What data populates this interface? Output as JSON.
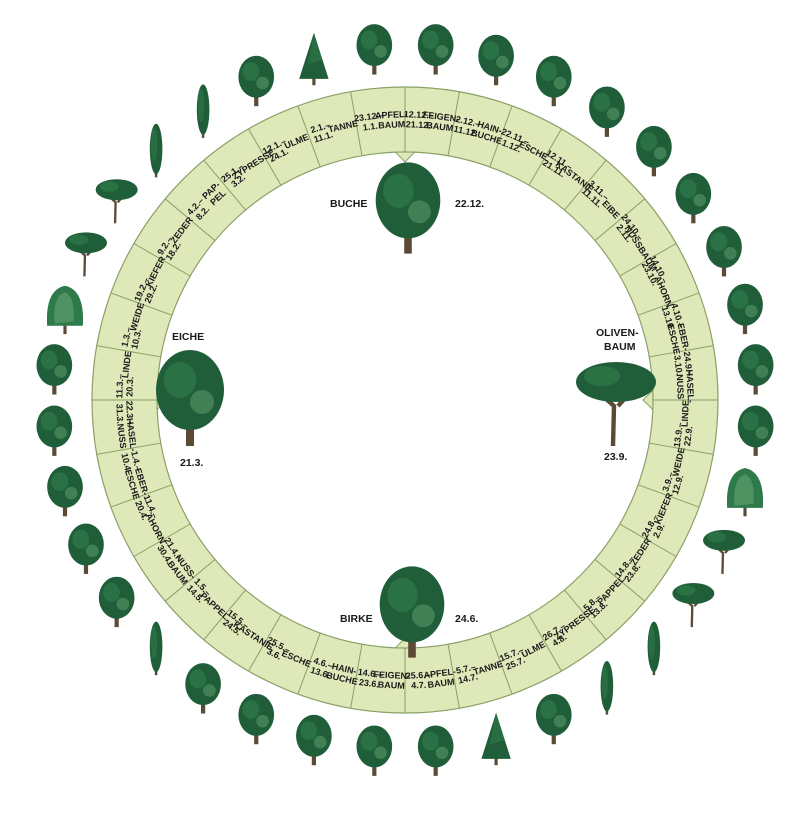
{
  "colors": {
    "ring_fill": "#dfe8b8",
    "ring_stroke": "#8aa067",
    "tree_dark": "#1f5e38",
    "tree_mid": "#2f7a4a",
    "tree_light": "#5c9c6c",
    "trunk": "#5a4a36"
  },
  "center_trees": {
    "top": {
      "name": "BUCHE",
      "date": "22.12.",
      "icon": "beech-tree-icon"
    },
    "left": {
      "name": "EICHE",
      "date": "21.3.",
      "icon": "oak-tree-icon"
    },
    "right": {
      "name_1": "OLIVEN-",
      "name_2": "BAUM",
      "date": "23.9.",
      "icon": "olive-tree-icon"
    },
    "bottom": {
      "name": "BIRKE",
      "date": "24.6.",
      "icon": "birch-tree-icon"
    }
  },
  "ring_segments": [
    {
      "tree": [
        "APFEL-",
        "BAUM"
      ],
      "dates": [
        "23.12.–",
        "1.1."
      ]
    },
    {
      "tree": [
        "TANNE"
      ],
      "dates": [
        "2.1.–",
        "11.1."
      ]
    },
    {
      "tree": [
        "ULME"
      ],
      "dates": [
        "12.1.–",
        "24.1."
      ]
    },
    {
      "tree": [
        "ZYPRESSE"
      ],
      "dates": [
        "25.1.–",
        "3.2."
      ]
    },
    {
      "tree": [
        "PAP-",
        "PEL"
      ],
      "dates": [
        "4.2.–",
        "8.2."
      ]
    },
    {
      "tree": [
        "ZEDER"
      ],
      "dates": [
        "9.2.–",
        "18.2."
      ]
    },
    {
      "tree": [
        "KIEFER"
      ],
      "dates": [
        "19.2.–",
        "29.2."
      ]
    },
    {
      "tree": [
        "WEIDE"
      ],
      "dates": [
        "1.3.–",
        "10.3."
      ]
    },
    {
      "tree": [
        "LINDE"
      ],
      "dates": [
        "11.3.–",
        "20.3."
      ]
    },
    {
      "tree": [
        "HASEL-",
        "NUSS"
      ],
      "dates": [
        "22.3.–",
        "31.3."
      ]
    },
    {
      "tree": [
        "EBER-",
        "ESCHE"
      ],
      "dates": [
        "1.4.–",
        "10.4."
      ]
    },
    {
      "tree": [
        "AHORN"
      ],
      "dates": [
        "11.4.–",
        "20.4."
      ]
    },
    {
      "tree": [
        "NUSS-",
        "BAUM"
      ],
      "dates": [
        "21.4.–",
        "30.4."
      ]
    },
    {
      "tree": [
        "PAPPEL"
      ],
      "dates": [
        "1.5.–",
        "14.5."
      ]
    },
    {
      "tree": [
        "KASTANIE"
      ],
      "dates": [
        "15.5.–",
        "24.5."
      ]
    },
    {
      "tree": [
        "ESCHE"
      ],
      "dates": [
        "25.5.–",
        "3.6."
      ]
    },
    {
      "tree": [
        "HAIN-",
        "BUCHE"
      ],
      "dates": [
        "4.6.–",
        "13.6."
      ]
    },
    {
      "tree": [
        "FEIGEN-",
        "BAUM"
      ],
      "dates": [
        "14.6.–",
        "23.6."
      ]
    },
    {
      "tree": [
        "APFEL-",
        "BAUM"
      ],
      "dates": [
        "25.6.–",
        "4.7."
      ]
    },
    {
      "tree": [
        "TANNE"
      ],
      "dates": [
        "5.7.–",
        "14.7."
      ]
    },
    {
      "tree": [
        "ULME"
      ],
      "dates": [
        "15.7.–",
        "25.7."
      ]
    },
    {
      "tree": [
        "ZYPRESSE"
      ],
      "dates": [
        "26.7.–",
        "4.8."
      ]
    },
    {
      "tree": [
        "PAPPEL"
      ],
      "dates": [
        "5.8.–",
        "13.8."
      ]
    },
    {
      "tree": [
        "ZEDER"
      ],
      "dates": [
        "14.8.–",
        "23.8."
      ]
    },
    {
      "tree": [
        "KIEFER"
      ],
      "dates": [
        "24.8.–",
        "2.9."
      ]
    },
    {
      "tree": [
        "WEIDE"
      ],
      "dates": [
        "3.9.–",
        "12.9."
      ]
    },
    {
      "tree": [
        "LINDE"
      ],
      "dates": [
        "13.9.–",
        "22.9."
      ]
    },
    {
      "tree": [
        "HASEL-",
        "NUSS"
      ],
      "dates": [
        "24.9.–",
        "3.10."
      ]
    },
    {
      "tree": [
        "EBER-",
        "ESCHE"
      ],
      "dates": [
        "4.10.–",
        "13.10."
      ]
    },
    {
      "tree": [
        "AHORN"
      ],
      "dates": [
        "14.10.–",
        "23.10."
      ]
    },
    {
      "tree": [
        "NUSSBAUM"
      ],
      "dates": [
        "24.10.–",
        "2.11."
      ]
    },
    {
      "tree": [
        "EIBE"
      ],
      "dates": [
        "3.11.–",
        "11.11."
      ]
    },
    {
      "tree": [
        "KASTANIE"
      ],
      "dates": [
        "12.11.–",
        "21.11."
      ]
    },
    {
      "tree": [
        "ESCHE"
      ],
      "dates": [
        "22.11.–",
        "1.12."
      ]
    },
    {
      "tree": [
        "HAIN-",
        "BUCHE"
      ],
      "dates": [
        "2.12.–",
        "11.12."
      ]
    },
    {
      "tree": [
        "FEIGEN-",
        "BAUM"
      ],
      "dates": [
        "12.12.–",
        "21.12."
      ]
    }
  ],
  "outer_tree_icons": [
    "apple-tree-icon",
    "fir-tree-icon",
    "elm-tree-icon",
    "cypress-tree-icon",
    "poplar-tree-icon",
    "cedar-tree-icon",
    "pine-tree-icon",
    "willow-tree-icon",
    "linden-tree-icon",
    "hazel-tree-icon",
    "rowan-tree-icon",
    "maple-tree-icon",
    "walnut-tree-icon",
    "poplar-tree-icon",
    "chestnut-tree-icon",
    "ash-tree-icon",
    "hornbeam-tree-icon",
    "fig-tree-icon",
    "apple-tree-icon",
    "fir-tree-icon",
    "elm-tree-icon",
    "cypress-tree-icon",
    "poplar-tree-icon",
    "cedar-tree-icon",
    "pine-tree-icon",
    "willow-tree-icon",
    "linden-tree-icon",
    "hazel-tree-icon",
    "rowan-tree-icon",
    "maple-tree-icon",
    "walnut-tree-icon",
    "yew-tree-icon",
    "chestnut-tree-icon",
    "ash-tree-icon",
    "hornbeam-tree-icon",
    "fig-tree-icon"
  ]
}
